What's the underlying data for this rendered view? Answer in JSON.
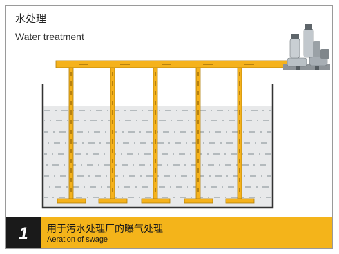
{
  "header": {
    "title_cn": "水处理",
    "title_en": "Water treatment"
  },
  "footer": {
    "number": "1",
    "title_cn": "用于污水处理厂的曝气处理",
    "title_en": "Aeration of swage"
  },
  "diagram": {
    "pipe_color": "#f5b21c",
    "water_color": "#e8e9ea",
    "tank_color": "#333333",
    "aerator_count": 5
  }
}
